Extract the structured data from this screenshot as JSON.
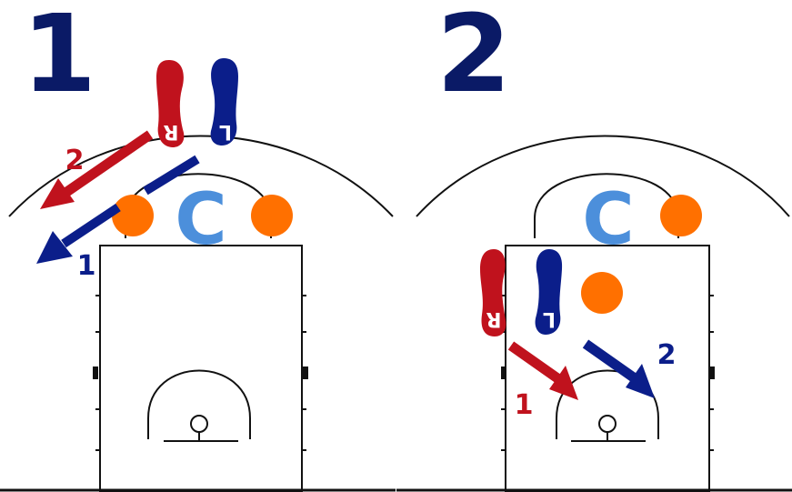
{
  "colors": {
    "left_foot": "#0b1e8a",
    "right_foot": "#c0121d",
    "cone": "#ff7000",
    "center_letter": "#4c8fdb",
    "lines": "#111111",
    "step_number": "#0a1a66"
  },
  "panels": [
    {
      "step_number": "1",
      "center_label": "C",
      "right_foot_letter": "R",
      "left_foot_letter": "L",
      "arrow_labels": {
        "right": "2",
        "left": "1"
      }
    },
    {
      "step_number": "2",
      "center_label": "C",
      "right_foot_letter": "R",
      "left_foot_letter": "L",
      "arrow_labels": {
        "right": "1",
        "left": "2"
      }
    }
  ]
}
